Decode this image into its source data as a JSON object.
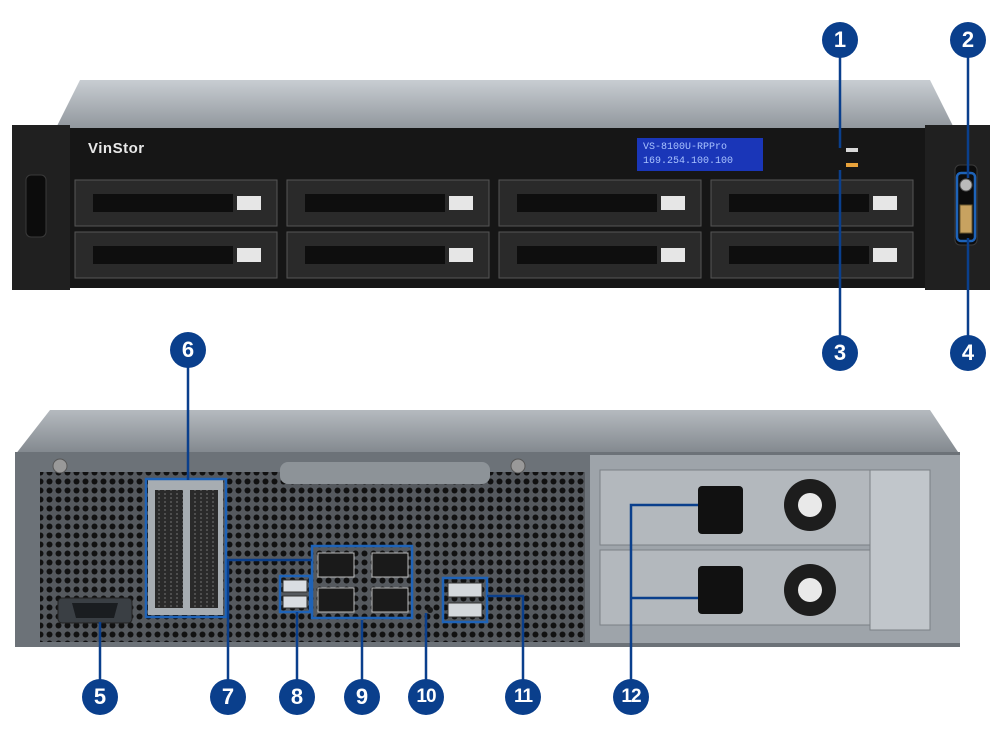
{
  "front": {
    "brand_label": "VinStor",
    "lcd_line1": "VS-8100U-RPPro",
    "lcd_line2": "169.254.100.100"
  },
  "callouts": [
    "1",
    "2",
    "3",
    "4",
    "5",
    "6",
    "7",
    "8",
    "9",
    "10",
    "11",
    "12"
  ],
  "colors": {
    "callout": "#0a3f8c",
    "highlight": "#1e63b8",
    "chassis_dark": "#1b1b1b",
    "chassis_top": "#a9aeb4",
    "rear_panel": "#6c7278",
    "psu_metal": "#9ea4aa",
    "lcd": "#1a36b8"
  }
}
